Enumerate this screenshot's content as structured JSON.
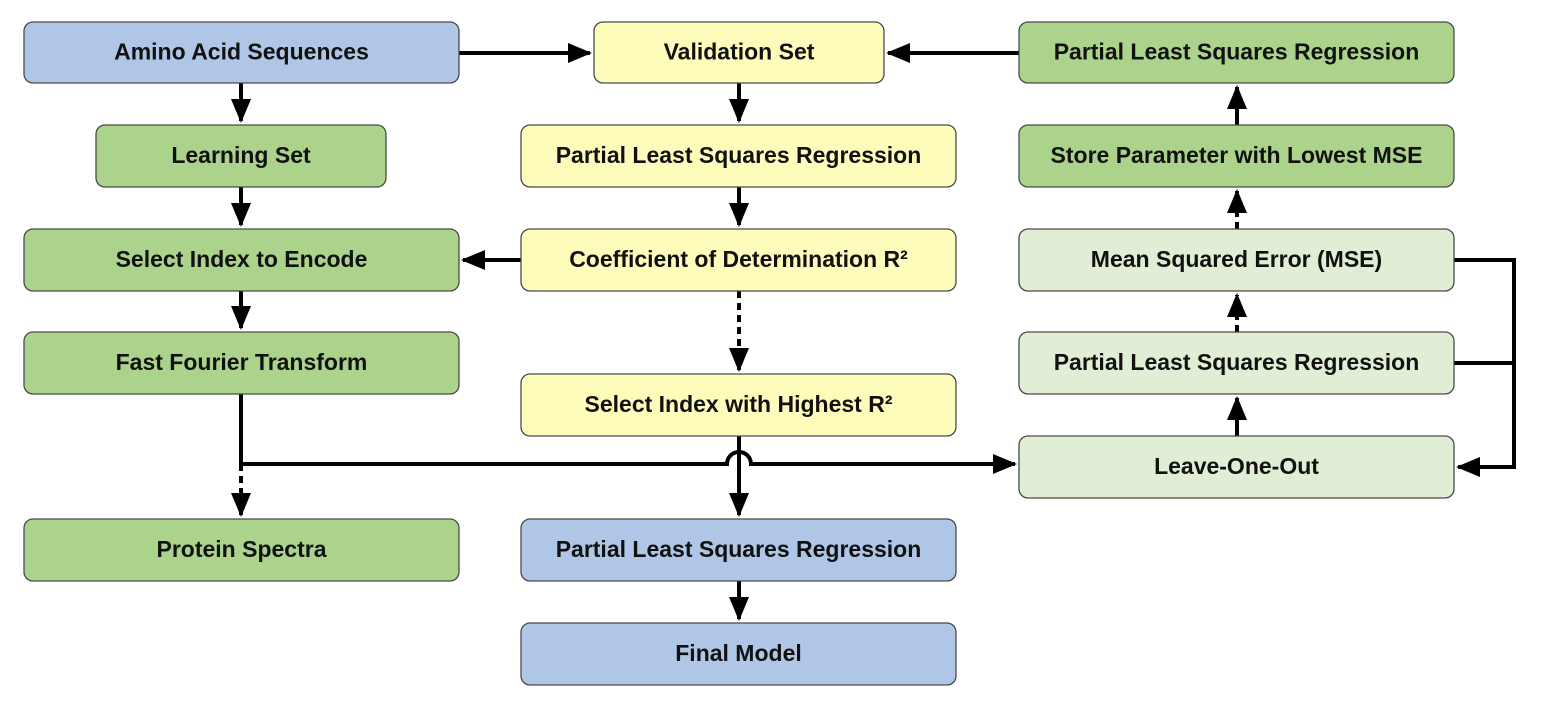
{
  "colors": {
    "blue": "#afc6e6",
    "green": "#acd38b",
    "light_green": "#e0eed5",
    "yellow": "#fefcbb",
    "arrow": "#000000"
  },
  "nodes": {
    "amino_acid_sequences": {
      "label": "Amino Acid Sequences",
      "color": "blue"
    },
    "learning_set": {
      "label": "Learning Set",
      "color": "green"
    },
    "select_index_to_encode": {
      "label": "Select Index to Encode",
      "color": "green"
    },
    "fast_fourier_transform": {
      "label": "Fast Fourier Transform",
      "color": "green"
    },
    "protein_spectra": {
      "label": "Protein Spectra",
      "color": "green"
    },
    "validation_set": {
      "label": "Validation Set",
      "color": "yellow"
    },
    "pls_validation": {
      "label": "Partial Least Squares Regression",
      "color": "yellow"
    },
    "coefficient_of_determination": {
      "label": "Coefficient of Determination R²",
      "color": "yellow"
    },
    "select_index_highest_r2": {
      "label": "Select Index with Highest R²",
      "color": "yellow"
    },
    "pls_final": {
      "label": "Partial Least Squares Regression",
      "color": "blue"
    },
    "final_model": {
      "label": "Final Model",
      "color": "blue"
    },
    "pls_top_right": {
      "label": "Partial Least Squares Regression",
      "color": "green"
    },
    "store_parameter_lowest_mse": {
      "label": "Store Parameter with Lowest MSE",
      "color": "green"
    },
    "mean_squared_error": {
      "label": "Mean Squared Error (MSE)",
      "color": "light_green"
    },
    "pls_loo": {
      "label": "Partial Least Squares Regression",
      "color": "light_green"
    },
    "leave_one_out": {
      "label": "Leave-One-Out",
      "color": "light_green"
    }
  },
  "edges": [
    {
      "from": "amino_acid_sequences",
      "to": "validation_set",
      "style": "solid"
    },
    {
      "from": "pls_top_right",
      "to": "validation_set",
      "style": "solid"
    },
    {
      "from": "amino_acid_sequences",
      "to": "learning_set",
      "style": "solid"
    },
    {
      "from": "learning_set",
      "to": "select_index_to_encode",
      "style": "solid"
    },
    {
      "from": "select_index_to_encode",
      "to": "fast_fourier_transform",
      "style": "solid"
    },
    {
      "from": "fast_fourier_transform",
      "to": "protein_spectra",
      "style": "dashed"
    },
    {
      "from": "fast_fourier_transform",
      "to": "leave_one_out",
      "style": "solid"
    },
    {
      "from": "validation_set",
      "to": "pls_validation",
      "style": "solid"
    },
    {
      "from": "pls_validation",
      "to": "coefficient_of_determination",
      "style": "solid"
    },
    {
      "from": "coefficient_of_determination",
      "to": "select_index_to_encode",
      "style": "solid"
    },
    {
      "from": "coefficient_of_determination",
      "to": "select_index_highest_r2",
      "style": "dashed"
    },
    {
      "from": "select_index_highest_r2",
      "to": "pls_final",
      "style": "solid"
    },
    {
      "from": "pls_final",
      "to": "final_model",
      "style": "solid"
    },
    {
      "from": "leave_one_out",
      "to": "pls_loo",
      "style": "solid"
    },
    {
      "from": "pls_loo",
      "to": "mean_squared_error",
      "style": "dashed"
    },
    {
      "from": "mean_squared_error",
      "to": "store_parameter_lowest_mse",
      "style": "dashed"
    },
    {
      "from": "store_parameter_lowest_mse",
      "to": "pls_top_right",
      "style": "solid"
    },
    {
      "from": "mean_squared_error",
      "to": "leave_one_out",
      "style": "solid"
    },
    {
      "from": "pls_loo",
      "to": "leave_one_out",
      "style": "solid"
    }
  ]
}
